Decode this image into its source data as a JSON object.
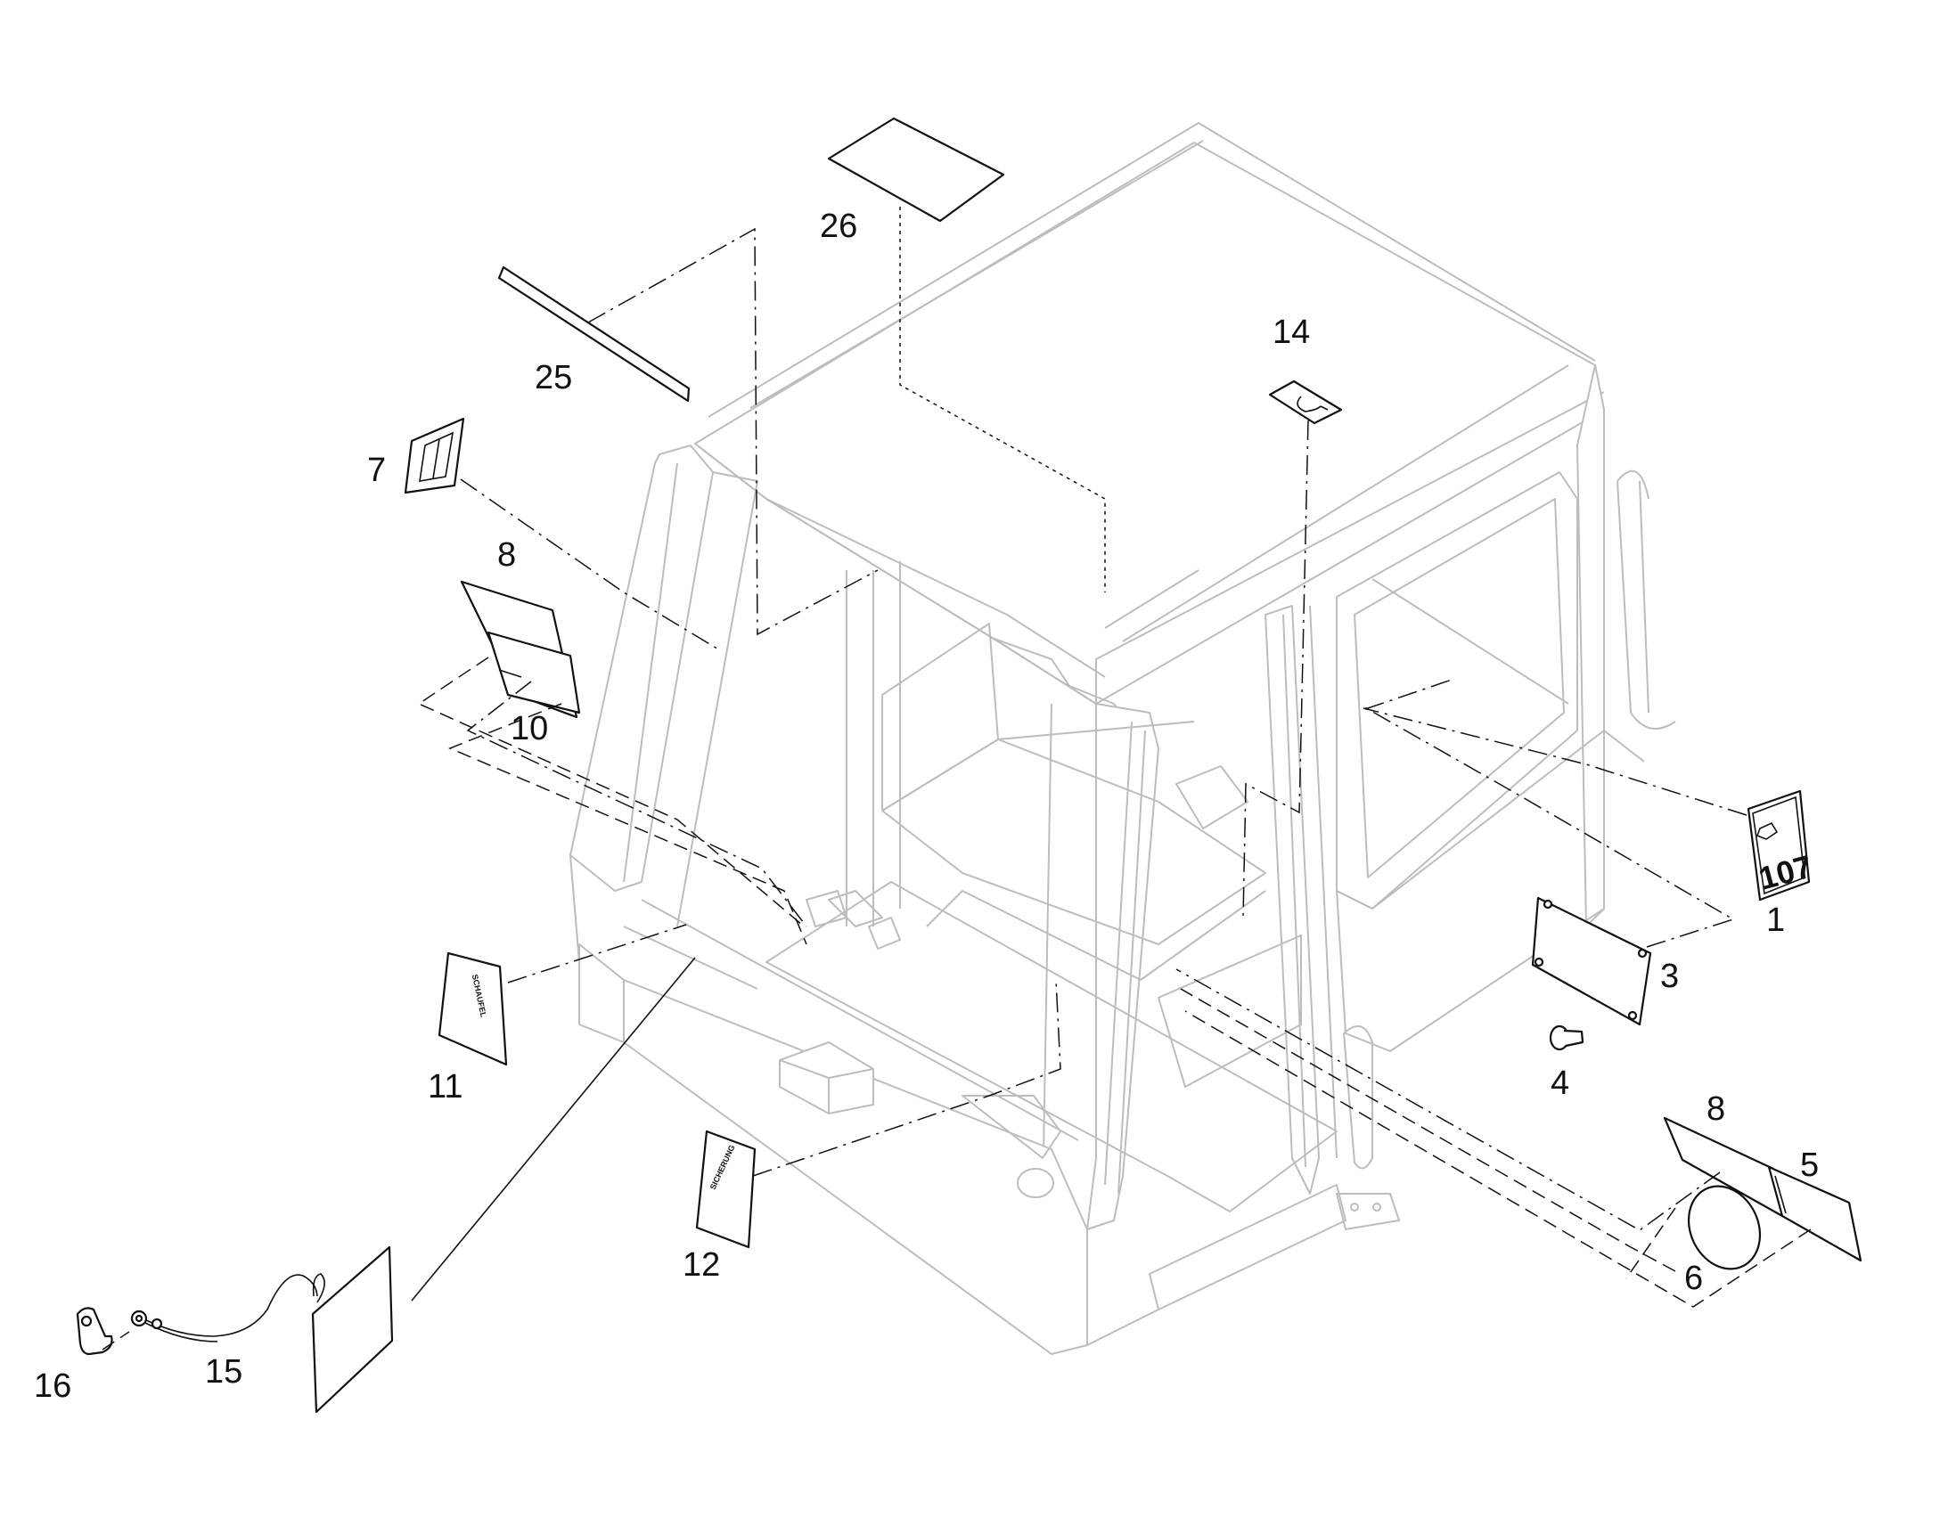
{
  "callouts": {
    "c1": "1",
    "c3": "3",
    "c4": "4",
    "c5": "5",
    "c6": "6",
    "c7": "7",
    "c8a": "8",
    "c8b": "8",
    "c10": "10",
    "c11": "11",
    "c12": "12",
    "c14": "14",
    "c15": "15",
    "c16": "16",
    "c25": "25",
    "c26": "26"
  },
  "plate_text": "107"
}
